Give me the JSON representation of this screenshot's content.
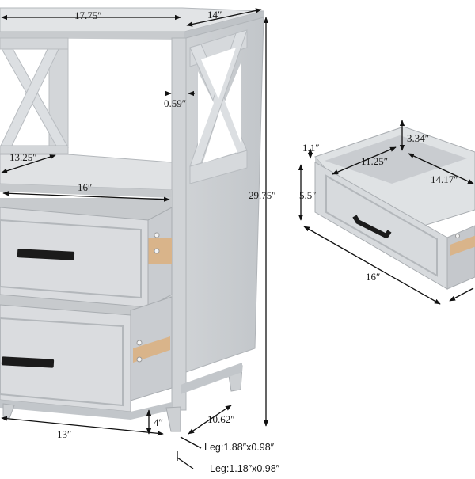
{
  "colors": {
    "cabinet": "#d3d6d9",
    "cabinet_light": "#e3e5e7",
    "cabinet_dark": "#b9bdc1",
    "edge": "#a8acb0",
    "handle": "#1b1b1b",
    "dim_line": "#111111"
  },
  "dimensions": {
    "top_width": "17.75″",
    "top_depth": "14″",
    "frame_thickness": "0.59″",
    "shelf_depth": "13.25″",
    "shelf_width": "16″",
    "height": "29.75″",
    "bottom_width": "13″",
    "base_depth": "10.62″",
    "leg_height": "4″",
    "leg_front": "Leg:1.88″x0.98″",
    "leg_back": "Leg:1.18″x0.98″"
  },
  "drawer_detail": {
    "side_thickness": "1.1″",
    "inner_height": "3.34″",
    "inner_depth": "11.25″",
    "outer_depth": "14.17″",
    "front_height": "5.5″",
    "front_width": "16″"
  },
  "icons": {
    "handle": "bar-pull-handle-icon",
    "arrow": "double-arrow-icon"
  }
}
